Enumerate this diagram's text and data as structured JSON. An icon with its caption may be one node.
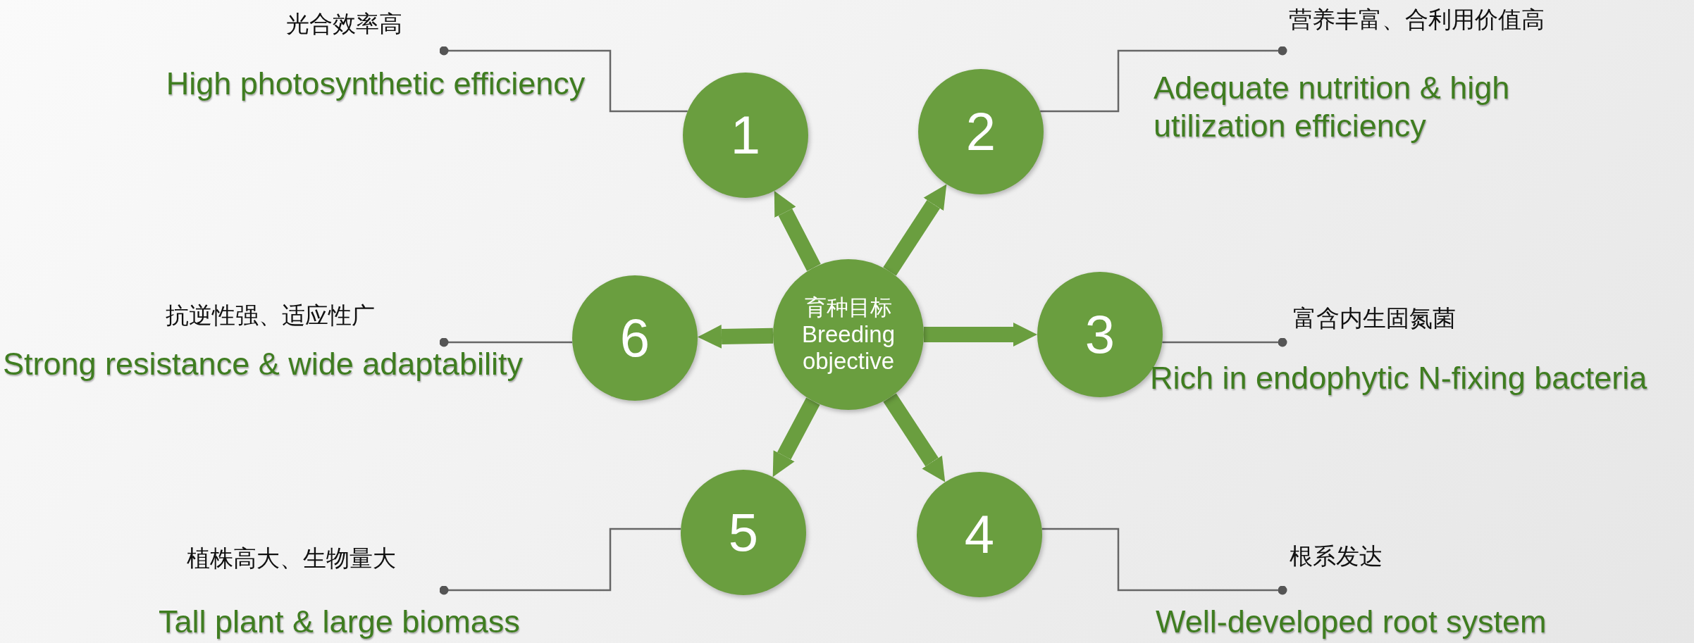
{
  "diagram": {
    "nodes": [
      {
        "text": [
          "育种目标",
          "Breeding objective"
        ]
      },
      {
        "text": [
          "1"
        ]
      },
      {
        "text": [
          "2"
        ]
      },
      {
        "text": [
          "3"
        ]
      },
      {
        "text": [
          "4"
        ]
      },
      {
        "text": [
          "5"
        ]
      },
      {
        "text": [
          "6"
        ]
      },
      {
        "text": [
          "光合效率高",
          "High photosynthetic efficiency"
        ]
      },
      {
        "text": [
          "营养丰富、合利用价值高",
          "Adequate nutrition & high utilization efficiency"
        ]
      },
      {
        "text": [
          "富含内生固氮菌",
          "Rich in endophytic N-fixing bacteria"
        ]
      },
      {
        "text": [
          "根系发达",
          "Well-developed root system"
        ]
      },
      {
        "text": [
          "植株高大、生物量大",
          "Tall plant & large biomass"
        ]
      },
      {
        "text": [
          "抗逆性强、适应性广",
          "Strong resistance & wide adaptability"
        ]
      }
    ],
    "edges": [
      {
        "from": 0,
        "to": 1,
        "arrow": "to",
        "style": "thick"
      },
      {
        "from": 0,
        "to": 2,
        "arrow": "to",
        "style": "thick"
      },
      {
        "from": 0,
        "to": 3,
        "arrow": "to",
        "style": "thick"
      },
      {
        "from": 0,
        "to": 4,
        "arrow": "to",
        "style": "thick"
      },
      {
        "from": 0,
        "to": 5,
        "arrow": "to",
        "style": "thick"
      },
      {
        "from": 0,
        "to": 6,
        "arrow": "to",
        "style": "thick"
      },
      {
        "from": 7,
        "to": 1,
        "arrow": "other"
      },
      {
        "from": 8,
        "to": 2,
        "arrow": "other"
      },
      {
        "from": 9,
        "to": 3,
        "arrow": "other"
      },
      {
        "from": 10,
        "to": 4,
        "arrow": "other"
      },
      {
        "from": 11,
        "to": 5,
        "arrow": "other"
      },
      {
        "from": 12,
        "to": 6,
        "arrow": "other"
      }
    ]
  }
}
